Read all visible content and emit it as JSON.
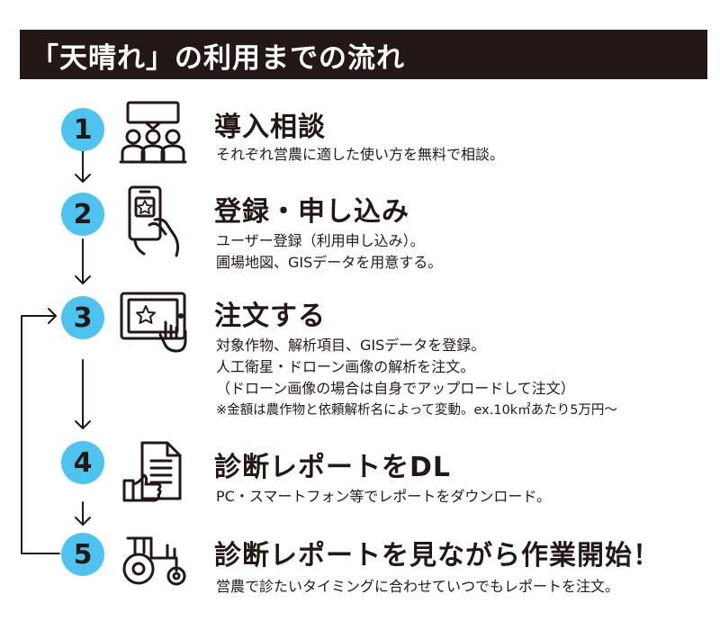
{
  "header": {
    "title": "「天晴れ」の利用までの流れ"
  },
  "steps": [
    {
      "number": "1",
      "icon": "group-meeting-icon",
      "title": "導入相談",
      "lines": [
        "それぞれ営農に適した使い方を無料で相談。"
      ]
    },
    {
      "number": "2",
      "icon": "smartphone-hand-icon",
      "title": "登録・申し込み",
      "lines": [
        "ユーザー登録（利用申し込み）。",
        "圃場地図、GISデータを用意する。"
      ]
    },
    {
      "number": "3",
      "icon": "tablet-touch-icon",
      "title": "注文する",
      "lines": [
        "対象作物、解析項目、GISデータを登録。",
        "人工衛星・ドローン画像の解析を注文。",
        "（ドローン画像の場合は自身でアップロードして注文）",
        "※金額は農作物と依頼解析名によって変動。ex.10k㎡あたり5万円～"
      ]
    },
    {
      "number": "4",
      "icon": "report-document-icon",
      "title": "診断レポートをDL",
      "lines": [
        "PC・スマートフォン等でレポートをダウンロード。"
      ]
    },
    {
      "number": "5",
      "icon": "tractor-icon",
      "title": "診断レポートを見ながら作業開始！",
      "lines": [
        "営農で診たいタイミングに合わせていつでもレポートを注文。"
      ]
    }
  ]
}
